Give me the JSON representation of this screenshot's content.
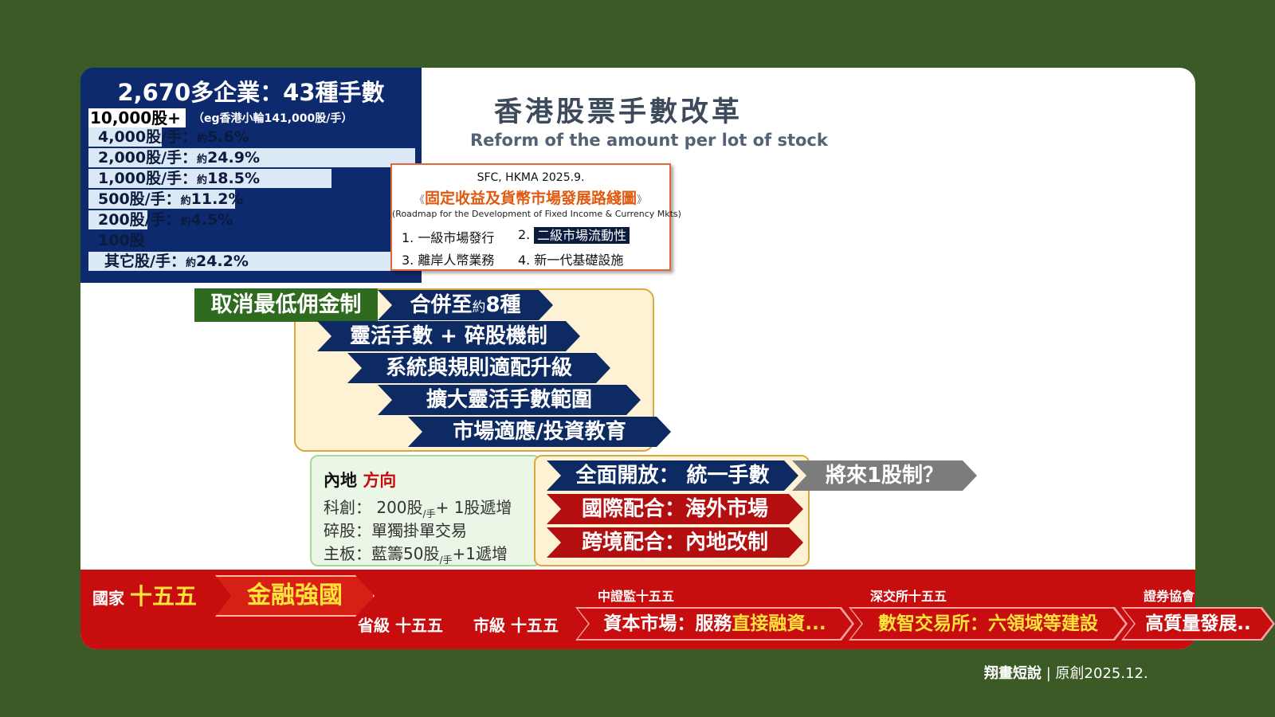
{
  "stats_panel": {
    "title": "2,670多企業：43種手數",
    "top_label": "10,000股+",
    "top_note": "（eg香港小輪141,000股/手）",
    "rows": [
      {
        "label": "4,000股/手：",
        "approx": "約",
        "pct": "5.6%",
        "value": 5.6
      },
      {
        "label": "2,000股/手：",
        "approx": "約",
        "pct": "24.9%",
        "value": 24.9
      },
      {
        "label": "1,000股/手：",
        "approx": "約",
        "pct": "18.5%",
        "value": 18.5
      },
      {
        "label": "500股/手：",
        "approx": "約",
        "pct": "11.2%",
        "value": 11.2
      },
      {
        "label": "200股/手：",
        "approx": "約",
        "pct": "4.5%",
        "value": 4.5
      },
      {
        "label": "100股",
        "approx": "",
        "pct": "",
        "value": null
      },
      {
        "label": "其它股/手：",
        "approx": "約",
        "pct": "24.2%",
        "value": 24.2
      }
    ]
  },
  "title": "香港股票手數改革",
  "subtitle": "Reform of the amount per lot of stock",
  "roadmap": {
    "source": "SFC, HKMA  2025.9.",
    "name": "固定收益及貨幣市場發展路綫圖",
    "name_en": "(Roadmap for the Development of Fixed Income & Currency Mkts)",
    "items": [
      "1. 一級市場發行",
      "2.",
      "二級市場流動性",
      "3. 離岸人幣業務",
      "4. 新一代基礎設施"
    ]
  },
  "reform": {
    "green_tab": "取消最低佣金制",
    "merge_prefix": "合併至",
    "merge_approx": "約",
    "merge_value": "8種",
    "steps": [
      "靈活手數 + 碎股機制",
      "系統與規則適配升級",
      "擴大靈活手數範圍",
      "市場適應/投資教育"
    ]
  },
  "mainland": {
    "heading": "內地",
    "heading_accent": "方向",
    "star_prefix": "科創： 200股",
    "star_sub": "/手",
    "star_suffix": "+ 1股遞增",
    "odd_lot": "碎股：單獨掛單交易",
    "main_prefix": "主板：藍籌50股",
    "main_sub": "/手",
    "main_suffix": "+1遞增"
  },
  "openness": {
    "unify": "全面開放： 統一手數",
    "future": "將來1股制？",
    "intl": "國際配合：海外市場",
    "cross": "跨境配合：內地改制"
  },
  "plan_band": {
    "national_prefix": "國家",
    "national_plan": "十五五",
    "goal": "金融強國",
    "provincial": "省級 十五五",
    "municipal": "市級 十五五",
    "csrc": "中證監十五五",
    "szse": "深交所十五五",
    "sac": "證券協會",
    "csrc_item_a": "資本市場：服務",
    "csrc_item_b": "直接融資...",
    "szse_item": "數智交易所：六領域等建設",
    "sac_item": "高質量發展.."
  },
  "footer": {
    "author": "翔畫短說",
    "sep": "|",
    "credit": "原創2025.12."
  },
  "colors": {
    "background": "#3b5a25",
    "navy": "#0d2a63",
    "red": "#c70d0d",
    "gold_text": "#ffe23a",
    "orange_title": "#e05a10"
  }
}
